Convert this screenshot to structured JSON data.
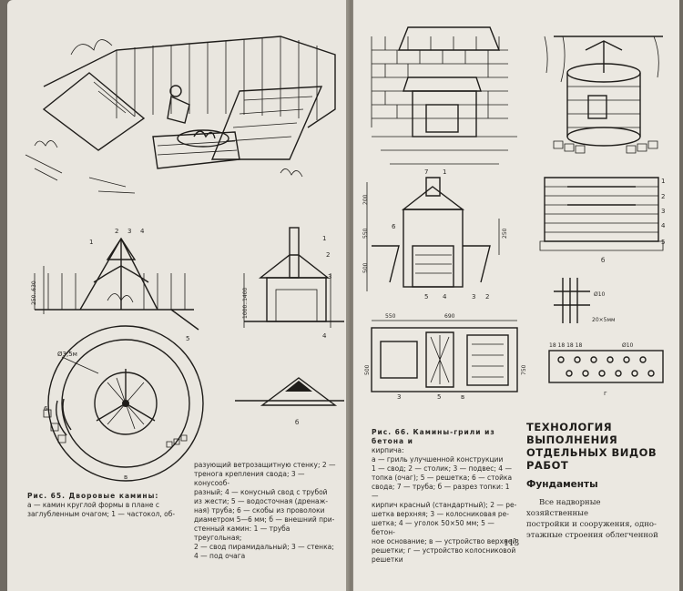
{
  "labels": {
    "d_35m": "Ø3,5м",
    "a": "а",
    "b": "б",
    "v": "в",
    "g": "г",
    "n1": "1",
    "n2": "2",
    "n3": "3",
    "n4": "4",
    "n5": "5",
    "n6": "6",
    "n7": "7",
    "dim_850_630": "250..630",
    "dim_1000_1400": "1000..1400",
    "dim_200": "200",
    "dim_550": "550",
    "dim_500": "500",
    "dim_250": "250",
    "dim_550h": "550",
    "dim_690": "690",
    "dim_500b": "500",
    "dim_750": "750",
    "d10": "Ø10",
    "d10b": "Ø10",
    "d20x5": "20×5мм",
    "d18": "18 18 18 18"
  },
  "left_caption": {
    "title": "Рис. 65. Дворовые камины:",
    "line1": "а — камин круглой формы в плане с",
    "line2": "заглубленным очагом; 1 — частокол, об-"
  },
  "left_caption_col2": {
    "line1": "разующий ветрозащитную стенку; 2 —",
    "line2": "тренога крепления свода; 3 — конусооб-",
    "line3": "разный; 4 — конусный свод с трубой",
    "line4": "из жести; 5 — водосточная (дренаж-",
    "line5": "ная) труба; 6 — скобы из проволоки",
    "line6": "диаметром 5—6 мм; б — внешний при-",
    "line7": "стенный камин: 1 — труба треугольная;",
    "line8": "2 — свод пирамидальный; 3 — стенка;",
    "line9": "4 — под очага"
  },
  "right_caption": {
    "title": "Рис. 66. Камины-грили из бетона и",
    "title2": "кирпича:",
    "line1": "а — гриль улучшенной конструкции",
    "line2": "1 — свод; 2 — столик; 3 — подвес; 4 —",
    "line3": "топка (очаг); 5 — решетка; 6 — стойка",
    "line4": "свода; 7 — труба; б — разрез топки: 1 —",
    "line5": "кирпич красный (стандартный); 2 — ре-",
    "line6": "шетка верхняя; 3 — колосниковая ре-",
    "line7": "шетка; 4 — уголок 50×50 мм; 5 — бетон-",
    "line8": "ное основание; в — устройство верхней",
    "line9": "решетки; г — устройство колосниковой",
    "line10": "решетки"
  },
  "section": {
    "heading1": "ТЕХНОЛОГИЯ",
    "heading2": "ВЫПОЛНЕНИЯ",
    "heading3": "ОТДЕЛЬНЫХ ВИДОВ",
    "heading4": "РАБОТ",
    "subheading": "Фундаменты",
    "body1": "Все надворные хозяйственные",
    "body2": "постройки и сооружения, одно-",
    "body3": "этажные строения облегченной"
  },
  "page_number": "113"
}
